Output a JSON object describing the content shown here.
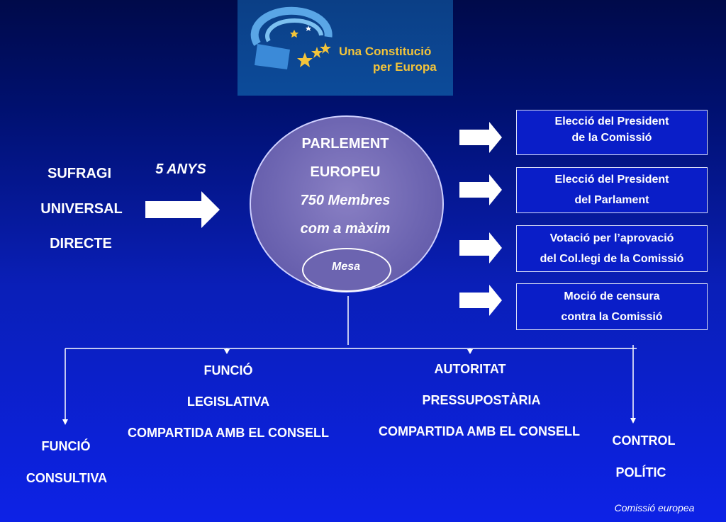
{
  "logo": {
    "line1": "Una Constitució",
    "line2": "per Europa"
  },
  "left": {
    "line1": "SUFRAGI",
    "line2": "UNIVERSAL",
    "line3": "DIRECTE",
    "term": "5 ANYS"
  },
  "parliament": {
    "line1": "PARLEMENT",
    "line2": "EUROPEU",
    "line3": "750 Membres",
    "line4": "com a  màxim",
    "mesa": "Mesa"
  },
  "boxes": [
    {
      "line1": "Elecció del President",
      "line2": "de la Comissió"
    },
    {
      "line1": "Elecció del President",
      "line2": "del Parlament"
    },
    {
      "line1": "Votació per l’aprovació",
      "line2": "del Col.legi de la Comissió"
    },
    {
      "line1": "Moció de censura",
      "line2": "contra la Comissió"
    }
  ],
  "functions": {
    "legislativa": {
      "line1": "FUNCIÓ",
      "line2": "LEGISLATIVA",
      "line3": "COMPARTIDA AMB EL CONSELL"
    },
    "pressupostaria": {
      "line1": "AUTORITAT",
      "line2": "PRESSUPOSTÀRIA",
      "line3": "COMPARTIDA AMB EL CONSELL"
    },
    "consultiva": {
      "line1": "FUNCIÓ",
      "line2": "CONSULTIVA"
    },
    "control": {
      "line1": "CONTROL",
      "line2": "POLÍTIC"
    }
  },
  "footer": "Comissió europea",
  "colors": {
    "logo_text": "#f3c43a",
    "circle": "#6e66b2"
  }
}
